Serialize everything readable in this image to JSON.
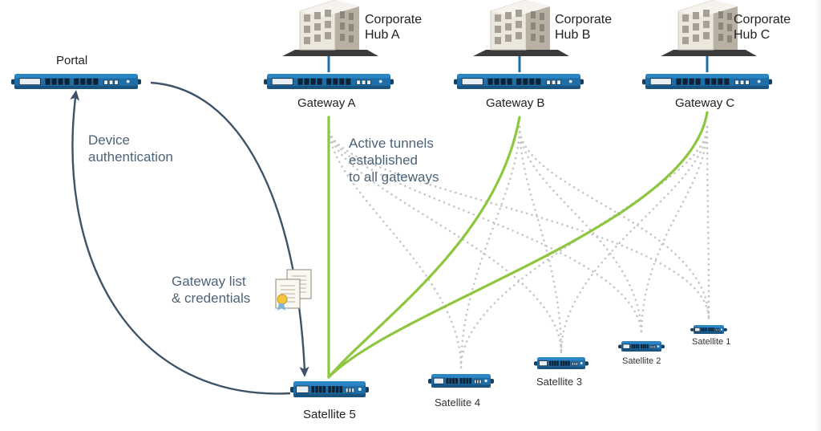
{
  "colors": {
    "device_blue": "#1f6ea8",
    "device_dark": "#14405f",
    "port": "#0e2335",
    "tunnel_green": "#8dc63f",
    "dotted": "#c6c6c6",
    "arrow": "#3e5367",
    "building_light": "#ece7dd",
    "building_dark": "#b8b0a2"
  },
  "icons": [
    "building-icon",
    "network-appliance-icon",
    "certificate-document-icon",
    "arrowhead-icon"
  ],
  "portal": {
    "label": "Portal"
  },
  "hubs": [
    {
      "id": "a",
      "label_line1": "Corporate",
      "label_line2": "Hub A",
      "gateway_label": "Gateway A"
    },
    {
      "id": "b",
      "label_line1": "Corporate",
      "label_line2": "Hub B",
      "gateway_label": "Gateway B"
    },
    {
      "id": "c",
      "label_line1": "Corporate",
      "label_line2": "Hub C",
      "gateway_label": "Gateway C"
    }
  ],
  "satellites": [
    {
      "id": "s5",
      "label": "Satellite 5"
    },
    {
      "id": "s4",
      "label": "Satellite 4"
    },
    {
      "id": "s3",
      "label": "Satellite 3"
    },
    {
      "id": "s2",
      "label": "Satellite 2"
    },
    {
      "id": "s1",
      "label": "Satellite 1"
    }
  ],
  "annotations": {
    "device_auth_line1": "Device",
    "device_auth_line2": "authentication",
    "tunnels_line1": "Active tunnels",
    "tunnels_line2": "established",
    "tunnels_line3": "to all gateways",
    "gateway_list_line1": "Gateway list",
    "gateway_list_line2": "& credentials"
  }
}
